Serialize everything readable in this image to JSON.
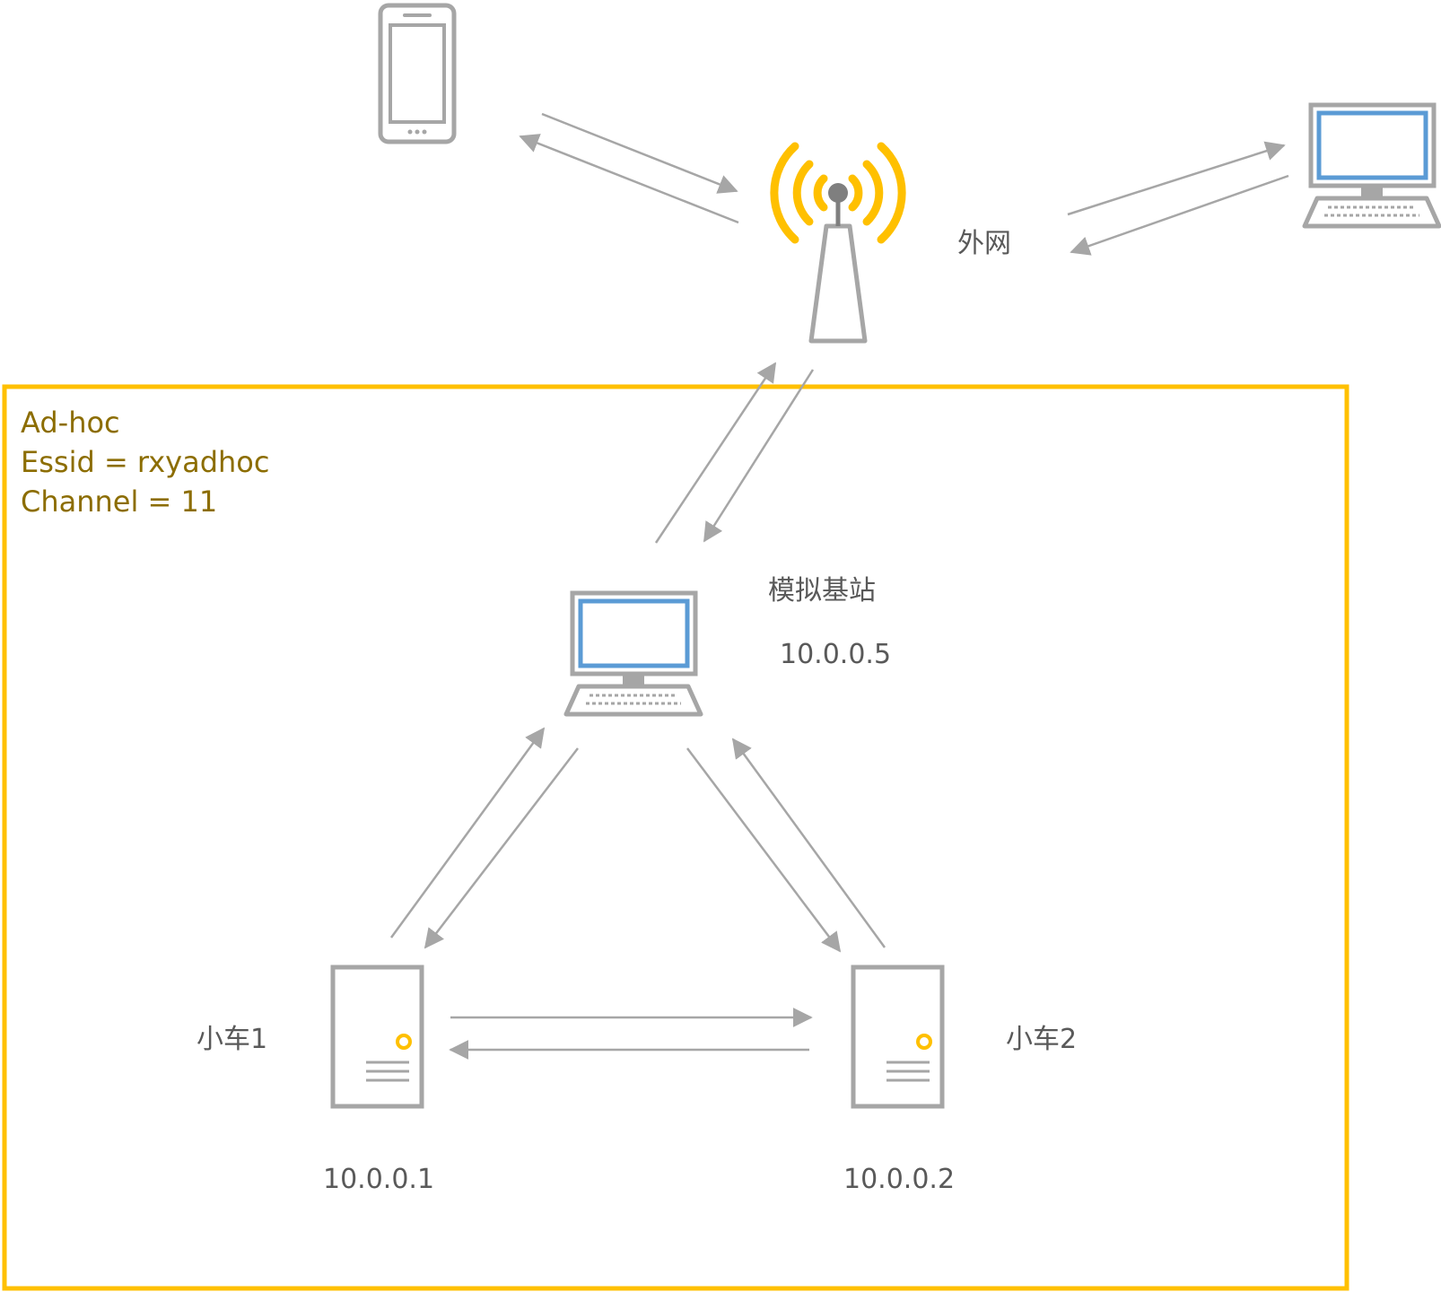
{
  "colors": {
    "accent": "#FFC000",
    "box_border": "#FFC000",
    "adhoc_text": "#8C6D00",
    "device_gray": "#A6A6A6",
    "screen_blue": "#5B9BD5",
    "arrow_gray": "#A6A6A6",
    "label_text": "#595959"
  },
  "adhoc_box": {
    "line1": "Ad-hoc",
    "line2": "Essid = rxyadhoc",
    "line3": "Channel = 11"
  },
  "labels": {
    "external_network": "外网",
    "base_station_name": "模拟基站",
    "base_station_ip": "10.0.0.5",
    "car1_name": "小车1",
    "car1_ip": "10.0.0.1",
    "car2_name": "小车2",
    "car2_ip": "10.0.0.2"
  },
  "icons": {
    "phone": "smartphone-icon",
    "tower": "wireless-tower-icon",
    "remote_pc": "desktop-computer-icon",
    "base_pc": "desktop-computer-icon",
    "car1": "server-tower-icon",
    "car2": "server-tower-icon"
  }
}
